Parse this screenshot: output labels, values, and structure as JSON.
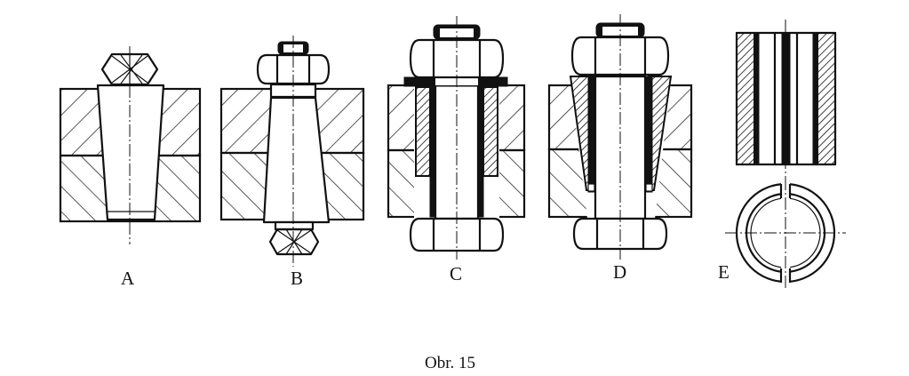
{
  "figure": {
    "panels": [
      {
        "id": "A",
        "label": "A"
      },
      {
        "id": "B",
        "label": "B"
      },
      {
        "id": "C",
        "label": "C"
      },
      {
        "id": "D",
        "label": "D"
      },
      {
        "id": "E",
        "label": "E"
      }
    ],
    "caption": "Obr. 15"
  }
}
